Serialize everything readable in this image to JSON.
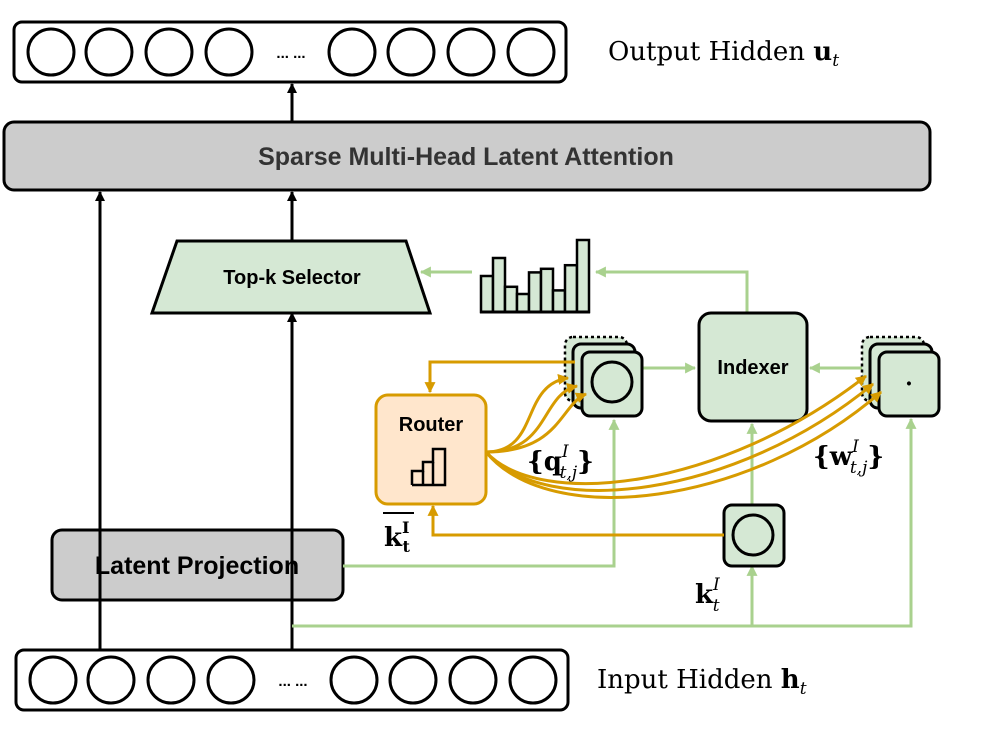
{
  "labels": {
    "output_hidden": "Output Hidden",
    "output_hidden_symbol": "u",
    "output_hidden_sub": "t",
    "input_hidden": "Input Hidden",
    "input_hidden_symbol": "h",
    "input_hidden_sub": "t",
    "ellipsis": "... ...",
    "attention": "Sparse Multi-Head Latent Attention",
    "topk": "Top-k Selector",
    "router": "Router",
    "indexer": "Indexer",
    "latent_projection": "Latent Projection",
    "dot_symbol": "·"
  },
  "math": {
    "q_brace_open": "{",
    "q_symbol": "q",
    "q_sup": "I",
    "q_sub": "t,j",
    "q_brace_close": "}",
    "w_brace_open": "{",
    "w_symbol": "w",
    "w_sup": "I",
    "w_sub": "t,j",
    "w_brace_close": "}",
    "k_symbol": "k",
    "k_sup": "I",
    "k_sub": "t",
    "kbar_symbol": "k",
    "kbar_sup": "I",
    "kbar_sub": "t"
  },
  "colors": {
    "stroke": "#000000",
    "gray_fill": "#cccccc",
    "green_fill": "#d5e8d4",
    "green_line": "#a9d18e",
    "orange_fill": "#ffe6cc",
    "orange_line": "#d79b00",
    "text_gray": "#333333"
  },
  "topk_histogram": [
    0.5,
    0.75,
    0.35,
    0.25,
    0.55,
    0.6,
    0.3,
    0.65,
    1.0
  ]
}
